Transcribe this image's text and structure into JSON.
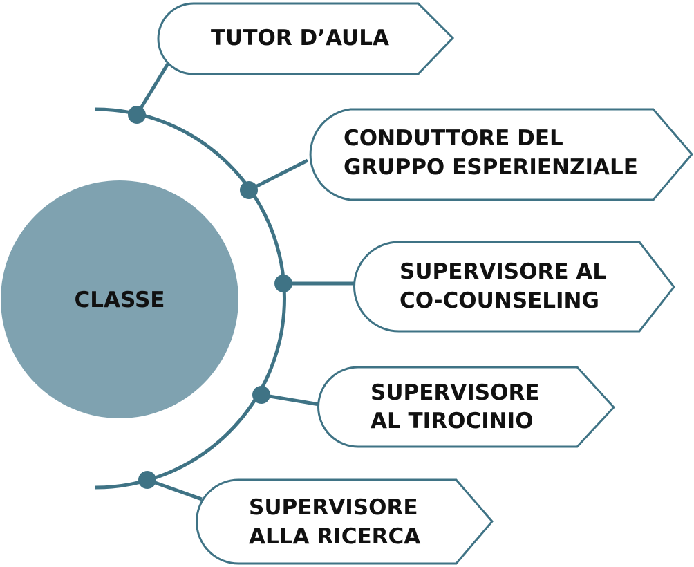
{
  "colors": {
    "circle_fill": "#7fa2b0",
    "stroke": "#3f7385",
    "text": "#111111",
    "box_fill": "#ffffff"
  },
  "center": {
    "label": "CLASSE"
  },
  "roles": [
    {
      "id": "tutor",
      "lines": [
        "TUTOR D’AULA"
      ]
    },
    {
      "id": "conduttore",
      "lines": [
        "CONDUTTORE DEL",
        "GRUPPO ESPERIENZIALE"
      ]
    },
    {
      "id": "co-counseling",
      "lines": [
        "SUPERVISORE AL",
        "CO-COUNSELING"
      ]
    },
    {
      "id": "tirocinio",
      "lines": [
        "SUPERVISORE",
        "AL TIROCINIO"
      ]
    },
    {
      "id": "ricerca",
      "lines": [
        "SUPERVISORE",
        "ALLA RICERCA"
      ]
    }
  ]
}
